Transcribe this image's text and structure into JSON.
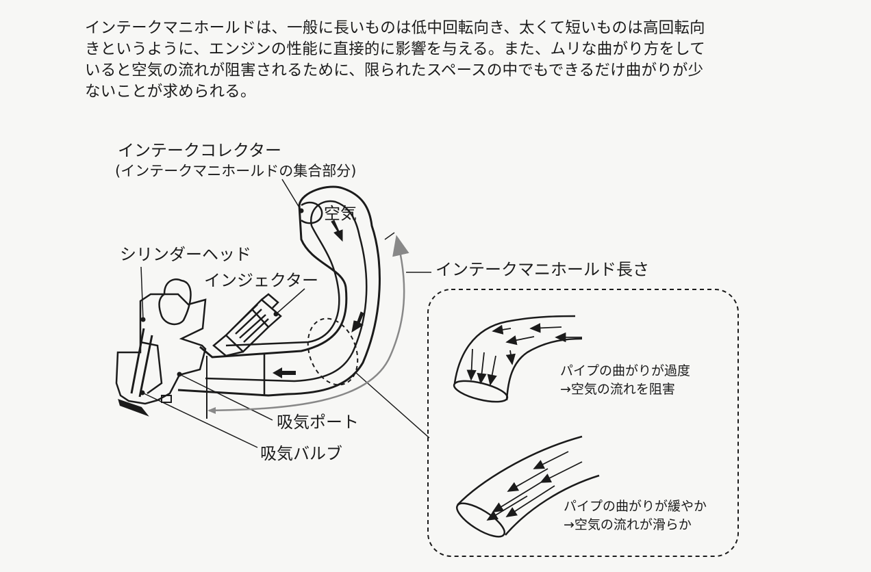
{
  "paragraph": {
    "lines": [
      "インテークマニホールドは、一般に長いものは低中回転向き、太くて短いものは高回転向",
      "きというように、エンジンの性能に直接的に影響を与える。また、ムリな曲がり方をして",
      "いると空気の流れが阻害されるために、限られたスペースの中でもできるだけ曲がりが少",
      "ないことが求められる。"
    ]
  },
  "diagram": {
    "labels": {
      "collector": "インテークコレクター",
      "collector_note": "(インテークマニホールドの集合部分)",
      "air": "空気",
      "cylinder_head": "シリンダーヘッド",
      "injector": "インジェクター",
      "manifold_length": "インテークマニホールド長さ",
      "intake_port": "吸気ポート",
      "intake_valve": "吸気バルブ"
    },
    "inset": {
      "excessive_line1": "パイプの曲がりが過度",
      "excessive_line2": "→空気の流れを阻害",
      "gentle_line1": "パイプの曲がりが緩やか",
      "gentle_line2": "→空気の流れが滑らか"
    }
  },
  "colors": {
    "ink": "#1b1b1b",
    "background": "#f7f7f5",
    "length_arrow": "#888888"
  }
}
